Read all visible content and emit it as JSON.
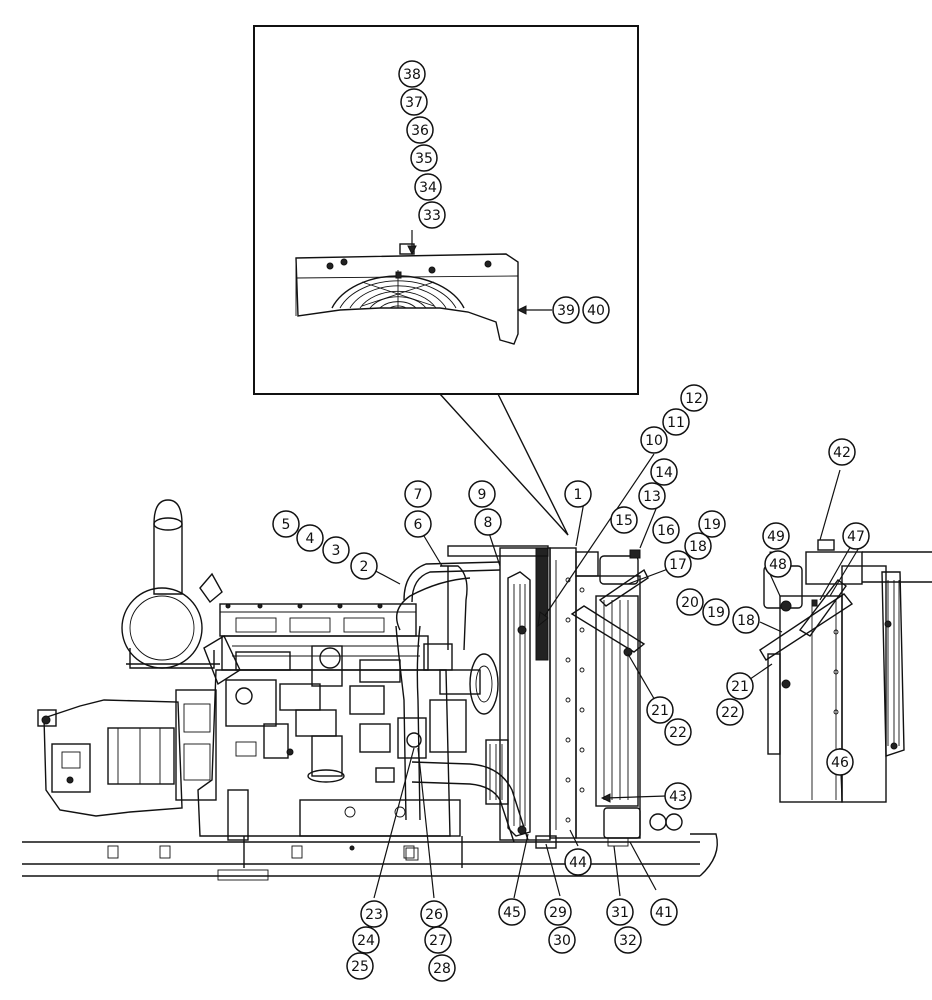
{
  "diagram": {
    "ink_color": "#111111",
    "paper_color": "#ffffff",
    "inset_callouts": [
      "38",
      "37",
      "36",
      "35",
      "34",
      "33",
      "39",
      "40"
    ],
    "main_callouts": [
      "1",
      "2",
      "3",
      "4",
      "5",
      "6",
      "7",
      "8",
      "9",
      "10",
      "11",
      "12",
      "13",
      "14",
      "15",
      "16",
      "17",
      "18",
      "19",
      "21",
      "22",
      "23",
      "24",
      "25",
      "26",
      "27",
      "28",
      "29",
      "30",
      "31",
      "32",
      "41",
      "43",
      "44",
      "45"
    ],
    "side_callouts": [
      "42",
      "47",
      "48",
      "49",
      "20",
      "19",
      "18",
      "21",
      "22",
      "46"
    ]
  }
}
